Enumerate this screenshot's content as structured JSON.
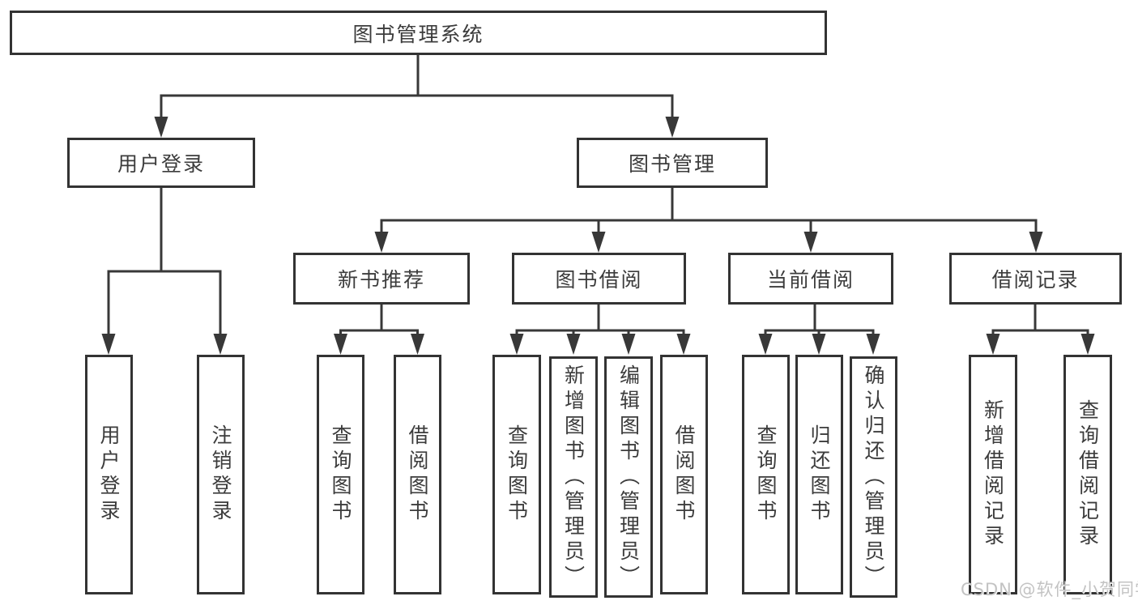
{
  "tree": {
    "label": "图书管理系统",
    "children": [
      {
        "label": "用户登录",
        "children": [
          {
            "label": "用户登录"
          },
          {
            "label": "注销登录"
          }
        ]
      },
      {
        "label": "图书管理",
        "children": [
          {
            "label": "新书推荐",
            "children": [
              {
                "label": "查询图书"
              },
              {
                "label": "借阅图书"
              }
            ]
          },
          {
            "label": "图书借阅",
            "children": [
              {
                "label": "查询图书"
              },
              {
                "label": "新增图书（管理员）"
              },
              {
                "label": "编辑图书（管理员）"
              },
              {
                "label": "借阅图书"
              }
            ]
          },
          {
            "label": "当前借阅",
            "children": [
              {
                "label": "查询图书"
              },
              {
                "label": "归还图书"
              },
              {
                "label": "确认归还（管理员）"
              }
            ]
          },
          {
            "label": "借阅记录",
            "children": [
              {
                "label": "新增借阅记录"
              },
              {
                "label": "查询借阅记录"
              }
            ]
          }
        ]
      }
    ]
  },
  "watermark": {
    "text": "CSDN @软件_小贺同学"
  },
  "colors": {
    "line": "#383838",
    "box_border": "#333333",
    "text": "#3c3c3c",
    "background": "#ffffff",
    "watermark": "#c3c3c3"
  }
}
